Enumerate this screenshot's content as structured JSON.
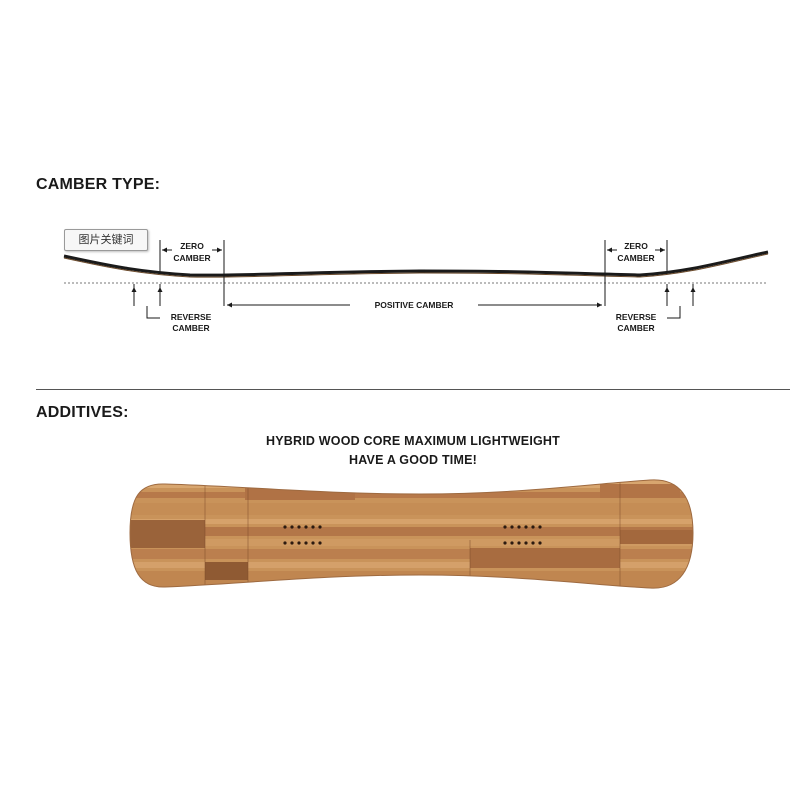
{
  "camber_section": {
    "heading": "CAMBER TYPE:",
    "keyword_tag": "图片关键词",
    "labels": {
      "zero_camber_left": [
        "ZERO",
        "CAMBER"
      ],
      "zero_camber_right": [
        "ZERO",
        "CAMBER"
      ],
      "reverse_camber_left": [
        "REVERSE",
        "CAMBER"
      ],
      "reverse_camber_right": [
        "REVERSE",
        "CAMBER"
      ],
      "positive_camber": "POSITIVE CAMBER"
    }
  },
  "additives_section": {
    "heading": "ADDITIVES:",
    "tagline_line1": "HYBRID WOOD CORE MAXIMUM LIGHTWEIGHT",
    "tagline_line2": "HAVE A GOOD TIME!"
  },
  "colors": {
    "wood_light": "#c9935a",
    "wood_mid": "#b7794a",
    "wood_dark": "#8f5a33",
    "profile_line": "#1a1a1a"
  }
}
